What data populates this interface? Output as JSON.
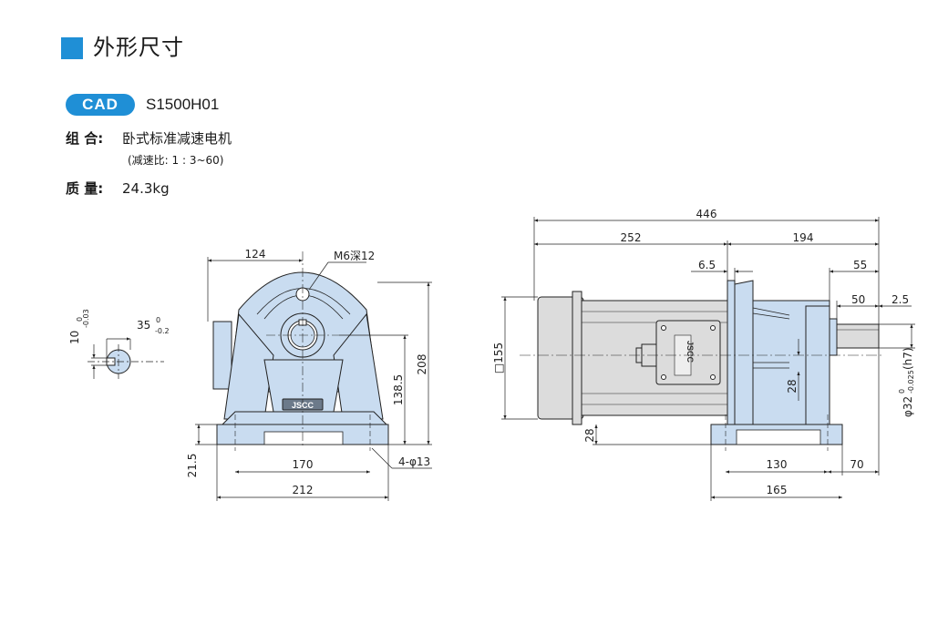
{
  "header": {
    "title": "外形尺寸",
    "accent_color": "#1f8fd6"
  },
  "cad": {
    "badge": "CAD",
    "model": "S1500H01"
  },
  "spec": {
    "combo_label": "组 合:",
    "combo_value": "卧式标准减速电机",
    "ratio_note": "(减速比: 1 : 3~60)",
    "mass_label": "质 量:",
    "mass_value": "24.3kg"
  },
  "drawing": {
    "part_fill": "#c9dcf0",
    "motor_fill": "#dcdcdc",
    "logo_text": "JSCC",
    "shaft": {
      "width_dim": "10",
      "width_tol_upper": "0",
      "width_tol_lower": "-0.03",
      "length_dim": "35",
      "length_tol_upper": "0",
      "length_tol_lower": "-0.2"
    },
    "front": {
      "top_width": "124",
      "thread_label": "M6深12",
      "overall_height": "208",
      "center_height": "138.5",
      "base_thickness": "21.5",
      "hole_spacing": "170",
      "base_width": "212",
      "holes": "4-φ13"
    },
    "side": {
      "overall_length": "446",
      "motor_length": "252",
      "gearbox_length": "194",
      "flange_offset": "6.5",
      "shaft_reach": "55",
      "shaft_length": "50",
      "shaft_end": "2.5",
      "motor_square": "□155",
      "foot_height": "28",
      "inner_height": "28",
      "shaft_diameter": "φ32",
      "shaft_diameter_tol_upper": "0",
      "shaft_diameter_tol_lower": "-0.025",
      "shaft_fit": "(h7)",
      "foot_hole_spacing": "130",
      "foot_to_shaft": "70",
      "base_length": "165"
    }
  }
}
